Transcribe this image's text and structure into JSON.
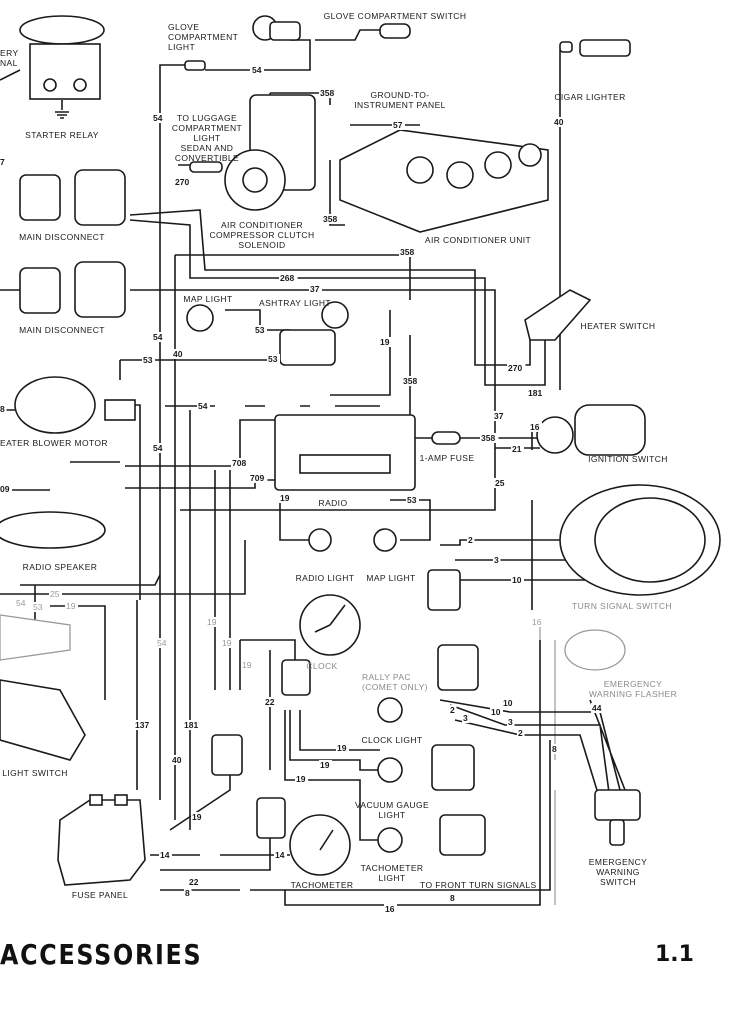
{
  "title": "ACCESSORIES",
  "page_number": "1.1",
  "components": [
    [
      "ERY",
      "NAL"
    ],
    [
      "STARTER RELAY"
    ],
    [
      "GLOVE",
      "COMPARTMENT",
      "LIGHT"
    ],
    [
      "GLOVE COMPARTMENT SWITCH"
    ],
    [
      "TO LUGGAGE",
      "COMPARTMENT",
      "LIGHT",
      "SEDAN AND",
      "CONVERTIBLE"
    ],
    [
      "GROUND-TO-",
      "INSTRUMENT PANEL"
    ],
    [
      "CIGAR LIGHTER"
    ],
    [
      "AIR CONDITIONER",
      "COMPRESSOR CLUTCH",
      "SOLENOID"
    ],
    [
      "AIR CONDITIONER UNIT"
    ],
    [
      "MAIN DISCONNECT"
    ],
    [
      "MAIN DISCONNECT"
    ],
    [
      "MAP LIGHT"
    ],
    [
      "ASHTRAY LIGHT"
    ],
    [
      "HEATER SWITCH"
    ],
    [
      "EATER BLOWER MOTOR"
    ],
    [
      "1-AMP FUSE"
    ],
    [
      "IGNITION SWITCH"
    ],
    [
      "RADIO"
    ],
    [
      "RADIO SPEAKER"
    ],
    [
      "RADIO LIGHT"
    ],
    [
      "MAP LIGHT"
    ],
    [
      "TURN SIGNAL SWITCH"
    ],
    [
      "CLOCK"
    ],
    [
      "RALLY PAC",
      "(COMET ONLY)"
    ],
    [
      "EMERGENCY",
      "WARNING FLASHER"
    ],
    [
      "CLOCK LIGHT"
    ],
    [
      "VACUUM GAUGE",
      "LIGHT"
    ],
    [
      "LIGHT SWITCH"
    ],
    [
      "TACHOMETER"
    ],
    [
      "TACHOMETER",
      "LIGHT"
    ],
    [
      "TO FRONT TURN SIGNALS"
    ],
    [
      "EMERGENCY",
      "WARNING",
      "SWITCH"
    ],
    [
      "FUSE PANEL"
    ]
  ],
  "wire_labels": [
    "54",
    "358",
    "57",
    "54",
    "40",
    "270",
    "358",
    "358",
    "268",
    "37",
    "53",
    "53",
    "53",
    "54",
    "40",
    "19",
    "358",
    "270",
    "181",
    "54",
    "37",
    "358",
    "21",
    "16",
    "708",
    "709",
    "19",
    "53",
    "25",
    "54",
    "2",
    "3",
    "10",
    "16",
    "54",
    "53",
    "25",
    "19",
    "54",
    "19",
    "19",
    "19",
    "22",
    "137",
    "181",
    "40",
    "19",
    "19",
    "19",
    "19",
    "14",
    "14",
    "22",
    "8",
    "16",
    "8",
    "10",
    "10",
    "3",
    "2",
    "44",
    "8",
    "2",
    "3",
    "7",
    "8",
    "09"
  ]
}
